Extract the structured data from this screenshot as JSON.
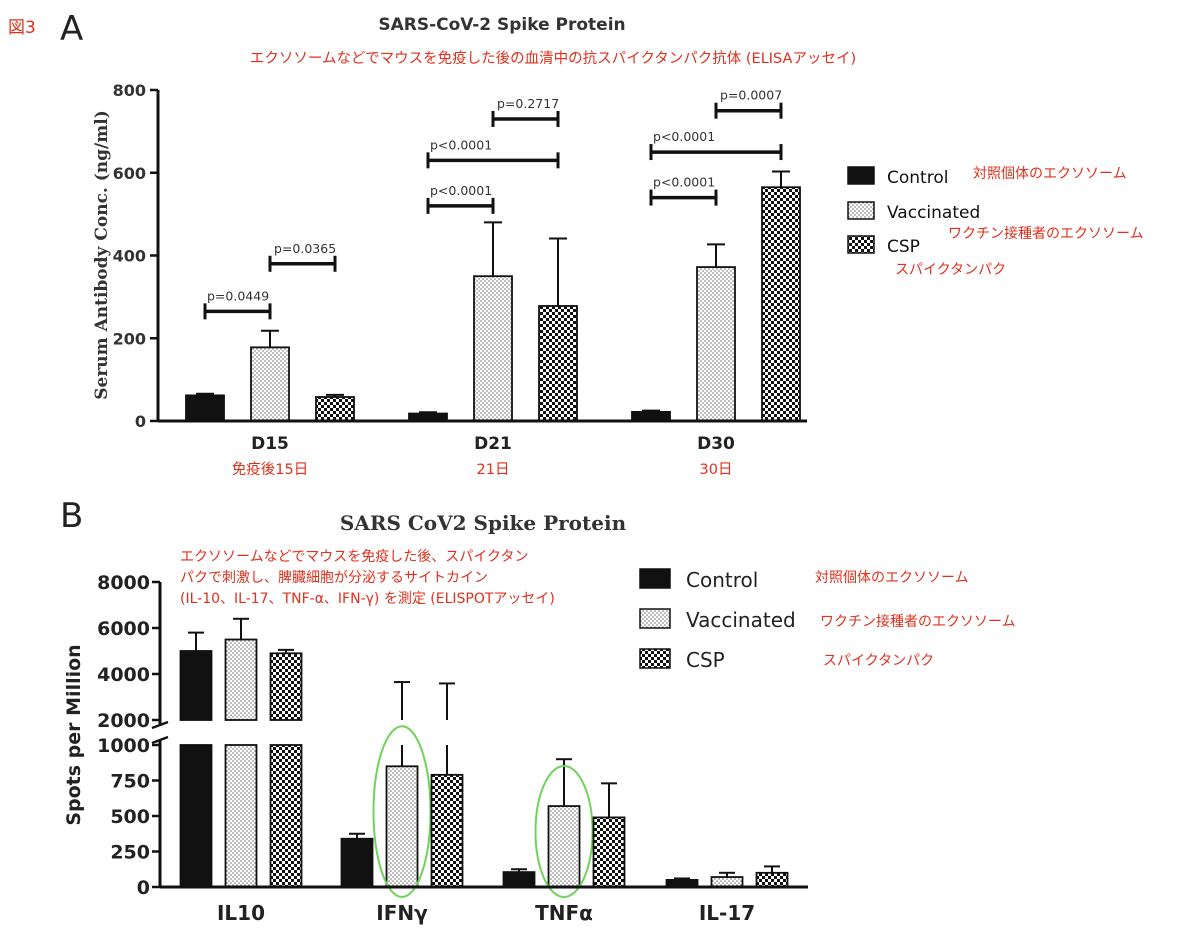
{
  "figure_label": "図3",
  "legend_patterns": {
    "Control": "solid",
    "Vaccinated": "dots",
    "CSP": "checker"
  },
  "colors": {
    "annotation": "#e0301e",
    "highlight": "#6fd35a",
    "bars": "#111111",
    "background": "#ffffff"
  },
  "chart_data": [
    {
      "panel": "A",
      "type": "bar",
      "title": "SARS-CoV-2 Spike Protein",
      "title_ja": "エクソソームなどでマウスを免疫した後の血清中の抗スパイクタンパク抗体 (ELISAアッセイ)",
      "ylabel": "Serum Antibody Conc. (ng/ml)",
      "xlabel": "",
      "ylim": [
        0,
        800
      ],
      "yticks": [
        "0",
        "200",
        "400",
        "600",
        "800"
      ],
      "categories": [
        "D15",
        "D21",
        "D30"
      ],
      "categories_ja": [
        "免疫後15日",
        "21日",
        "30日"
      ],
      "series": [
        {
          "name": "Control",
          "name_ja": "対照個体のエクソソーム",
          "values": [
            62,
            18,
            22
          ],
          "errors": [
            4,
            3,
            3
          ]
        },
        {
          "name": "Vaccinated",
          "name_ja": "ワクチン接種者のエクソソーム",
          "values": [
            178,
            350,
            372
          ],
          "errors": [
            40,
            130,
            55
          ]
        },
        {
          "name": "CSP",
          "name_ja": "スパイクタンパク",
          "values": [
            58,
            278,
            565
          ],
          "errors": [
            5,
            163,
            38
          ]
        }
      ],
      "comparisons": [
        {
          "label": "p=0.0449",
          "category": "D15",
          "from": "Control",
          "to": "Vaccinated",
          "y": 265
        },
        {
          "label": "p=0.0365",
          "category": "D15",
          "from": "Vaccinated",
          "to": "CSP",
          "y": 380
        },
        {
          "label": "p<0.0001",
          "category": "D21",
          "from": "Control",
          "to": "Vaccinated",
          "y": 520
        },
        {
          "label": "p<0.0001",
          "category": "D21",
          "from": "Control",
          "to": "CSP",
          "y": 630
        },
        {
          "label": "p=0.2717",
          "category": "D21",
          "from": "Vaccinated",
          "to": "CSP",
          "y": 730
        },
        {
          "label": "p<0.0001",
          "category": "D30",
          "from": "Control",
          "to": "Vaccinated",
          "y": 540
        },
        {
          "label": "p<0.0001",
          "category": "D30",
          "from": "Control",
          "to": "CSP",
          "y": 650
        },
        {
          "label": "p=0.0007",
          "category": "D30",
          "from": "Vaccinated",
          "to": "CSP",
          "y": 750
        }
      ],
      "grid": false,
      "legend_position": "right"
    },
    {
      "panel": "B",
      "type": "bar",
      "title": "SARS CoV2 Spike Protein",
      "title_ja_lines": [
        "エクソソームなどでマウスを免疫した後、スパイクタン",
        "パクで刺激し、脾臓細胞が分泌するサイトカイン",
        "(IL-10、IL-17、TNF-α、IFN-γ) を測定 (ELISPOTアッセイ)"
      ],
      "ylabel": "Spots per Million",
      "xlabel": "",
      "ylim": [
        0,
        8000
      ],
      "axis_break": [
        1000,
        2000
      ],
      "yticks_lower": [
        "0",
        "250",
        "500",
        "750",
        "1000"
      ],
      "yticks_upper": [
        "2000",
        "4000",
        "6000",
        "8000"
      ],
      "categories": [
        "IL10",
        "IFNγ",
        "TNFα",
        "IL-17"
      ],
      "series": [
        {
          "name": "Control",
          "name_ja": "対照個体のエクソソーム",
          "values": [
            5000,
            340,
            105,
            50
          ],
          "errors": [
            800,
            35,
            20,
            10
          ]
        },
        {
          "name": "Vaccinated",
          "name_ja": "ワクチン接種者のエクソソーム",
          "values": [
            5500,
            850,
            570,
            70
          ],
          "errors": [
            900,
            2800,
            330,
            30
          ]
        },
        {
          "name": "CSP",
          "name_ja": "スパイクタンパク",
          "values": [
            4900,
            790,
            490,
            100
          ],
          "errors": [
            150,
            2800,
            240,
            45
          ]
        }
      ],
      "highlighted": [
        "IFNγ Vaccinated",
        "TNFα Vaccinated"
      ],
      "grid": false,
      "legend_position": "top-right"
    }
  ]
}
